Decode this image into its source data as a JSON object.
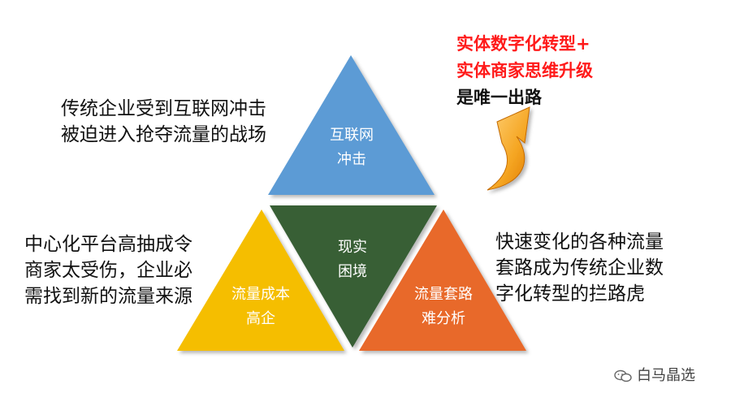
{
  "triangles": {
    "top": {
      "line1": "互联网",
      "line2": "冲击",
      "color": "#5b9bd5"
    },
    "left": {
      "line1": "流量成本",
      "line2": "高企",
      "color": "#f5be00"
    },
    "center": {
      "line1": "现实",
      "line2": "困境",
      "color": "#375e34"
    },
    "right": {
      "line1": "流量套路",
      "line2": "难分析",
      "color": "#e8692a"
    }
  },
  "side_texts": {
    "top_left": [
      "传统企业受到互联网冲击",
      "被迫进入抢夺流量的战场"
    ],
    "mid_left": [
      "中心化平台高抽成令",
      "商家太受伤，企业必",
      "需找到新的流量来源"
    ],
    "mid_right": [
      "快速变化的各种流量",
      "套路成为传统企业数",
      "字化转型的拦路虎"
    ]
  },
  "callout": {
    "line1": "实体数字化转型+",
    "line2": "实体商家思维升级",
    "line3": "是唯一出路",
    "highlight_color": "#ff1a1a"
  },
  "arrow": {
    "icon": "curved-arrow-icon",
    "color": "#f5a623"
  },
  "watermark": {
    "text": "白马晶选",
    "icon": "wechat-icon"
  }
}
